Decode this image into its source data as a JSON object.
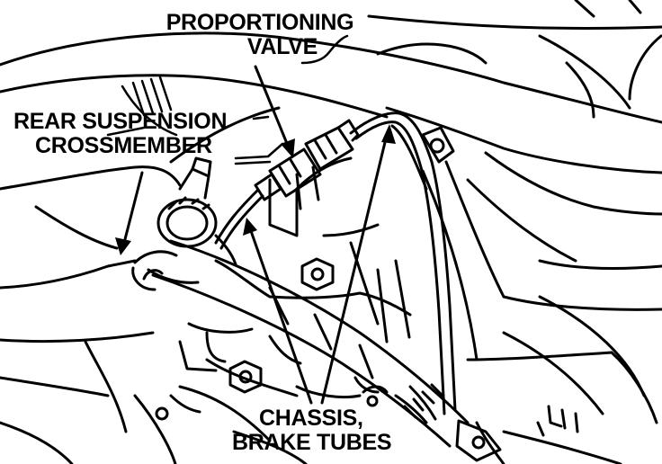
{
  "figure": {
    "labels": {
      "proportioning_valve": {
        "line1": "PROPORTIONING",
        "line2": "VALVE"
      },
      "rear_suspension_crossmember": {
        "line1": "REAR SUSPENSION",
        "line2": "CROSSMEMBER"
      },
      "chassis_brake_tubes": {
        "line1": "CHASSIS,",
        "line2": "BRAKE TUBES"
      }
    },
    "colors": {
      "ink": "#000000",
      "paper": "#ffffff"
    }
  }
}
